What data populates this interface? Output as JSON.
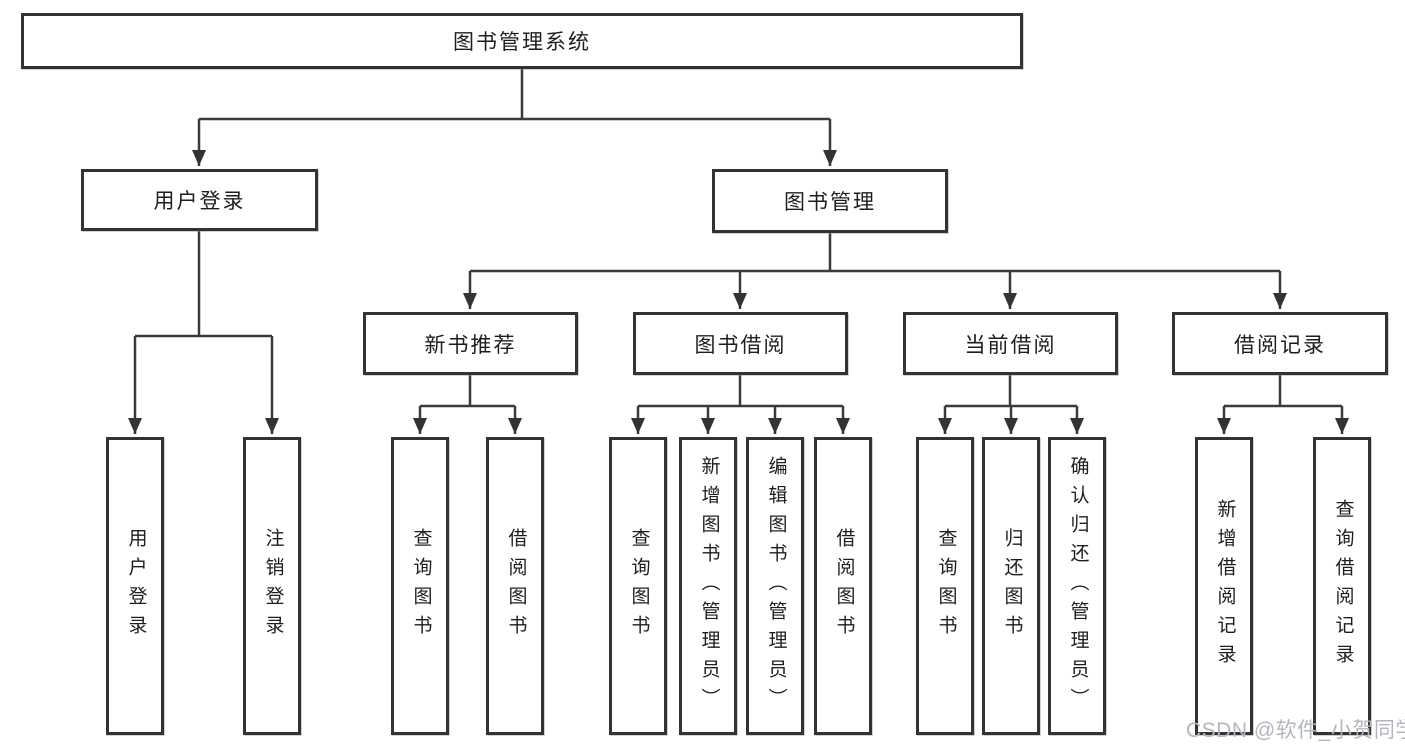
{
  "structure": {
    "label": "图书管理系统",
    "children": [
      {
        "label": "用户登录",
        "children": [
          {
            "label": "用户登录"
          },
          {
            "label": "注销登录"
          }
        ]
      },
      {
        "label": "图书管理",
        "children": [
          {
            "label": "新书推荐",
            "children": [
              {
                "label": "查询图书"
              },
              {
                "label": "借阅图书"
              }
            ]
          },
          {
            "label": "图书借阅",
            "children": [
              {
                "label": "查询图书"
              },
              {
                "label": "新增图书（管理员）"
              },
              {
                "label": "编辑图书（管理员）"
              },
              {
                "label": "借阅图书"
              }
            ]
          },
          {
            "label": "当前借阅",
            "children": [
              {
                "label": "查询图书"
              },
              {
                "label": "归还图书"
              },
              {
                "label": "确认归还（管理员）"
              }
            ]
          },
          {
            "label": "借阅记录",
            "children": [
              {
                "label": "新增借阅记录"
              },
              {
                "label": "查询借阅记录"
              }
            ]
          }
        ]
      }
    ]
  },
  "watermark": {
    "text": "CSDN @软件_小贺同学"
  },
  "colors": {
    "box_border": "#333333",
    "connector_line": "#3a3a3a",
    "arrowhead": "#333333",
    "box_text": "#1e1e1e",
    "watermark_text": "#b3b7bd",
    "background": "#ffffff"
  }
}
